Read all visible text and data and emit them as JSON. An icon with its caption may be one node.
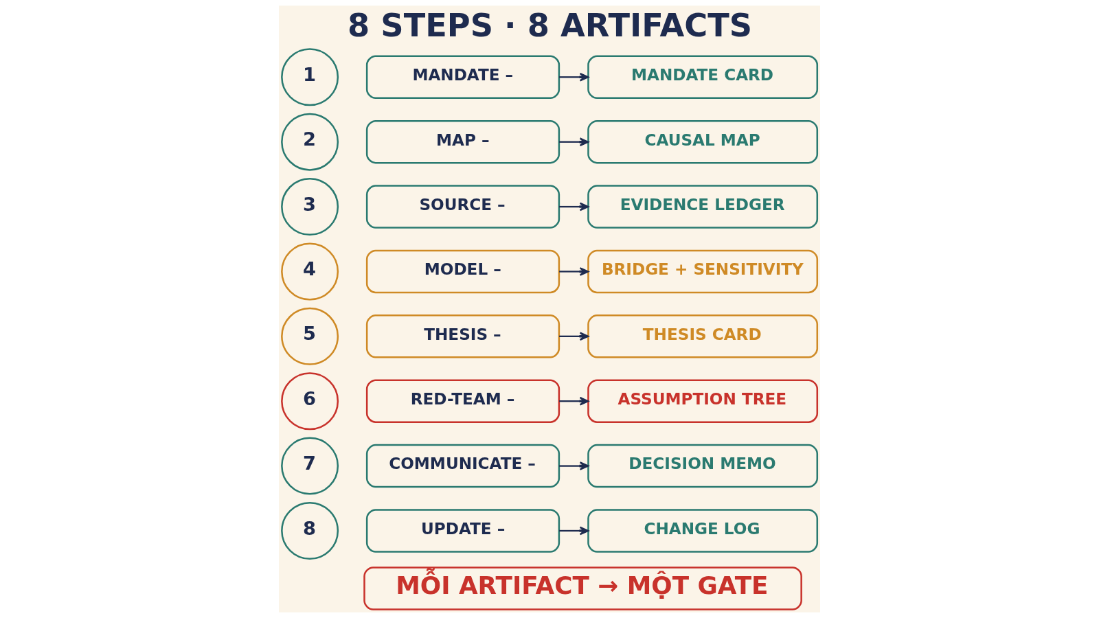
{
  "diagram": {
    "title": "8 STEPS · 8 ARTIFACTS",
    "nodes": [
      {
        "text": [
          "1"
        ]
      },
      {
        "text": [
          "MANDATE –"
        ]
      },
      {
        "text": [
          "MANDATE CARD"
        ]
      },
      {
        "text": [
          "2"
        ]
      },
      {
        "text": [
          "MAP –"
        ]
      },
      {
        "text": [
          "CAUSAL MAP"
        ]
      },
      {
        "text": [
          "3"
        ]
      },
      {
        "text": [
          "SOURCE –"
        ]
      },
      {
        "text": [
          "EVIDENCE LEDGER"
        ]
      },
      {
        "text": [
          "4"
        ]
      },
      {
        "text": [
          "MODEL –"
        ]
      },
      {
        "text": [
          "BRIDGE + SENSITIVITY"
        ]
      },
      {
        "text": [
          "5"
        ]
      },
      {
        "text": [
          "THESIS –"
        ]
      },
      {
        "text": [
          "THESIS CARD"
        ]
      },
      {
        "text": [
          "6"
        ]
      },
      {
        "text": [
          "RED-TEAM –"
        ]
      },
      {
        "text": [
          "ASSUMPTION TREE"
        ]
      },
      {
        "text": [
          "7"
        ]
      },
      {
        "text": [
          "COMMUNICATE –"
        ]
      },
      {
        "text": [
          "DECISION MEMO"
        ]
      },
      {
        "text": [
          "8"
        ]
      },
      {
        "text": [
          "UPDATE –"
        ]
      },
      {
        "text": [
          "CHANGE LOG"
        ]
      },
      {
        "text": [
          "MỖI ARTIFACT → MỘT GATE"
        ]
      }
    ],
    "edges": [
      {
        "from": 1,
        "to": 2,
        "arrow": "to"
      },
      {
        "from": 4,
        "to": 5,
        "arrow": "to"
      },
      {
        "from": 7,
        "to": 8,
        "arrow": "to"
      },
      {
        "from": 10,
        "to": 11,
        "arrow": "to"
      },
      {
        "from": 13,
        "to": 14,
        "arrow": "to"
      },
      {
        "from": 16,
        "to": 17,
        "arrow": "to"
      },
      {
        "from": 19,
        "to": 20,
        "arrow": "to"
      },
      {
        "from": 22,
        "to": 23,
        "arrow": "to"
      }
    ]
  }
}
